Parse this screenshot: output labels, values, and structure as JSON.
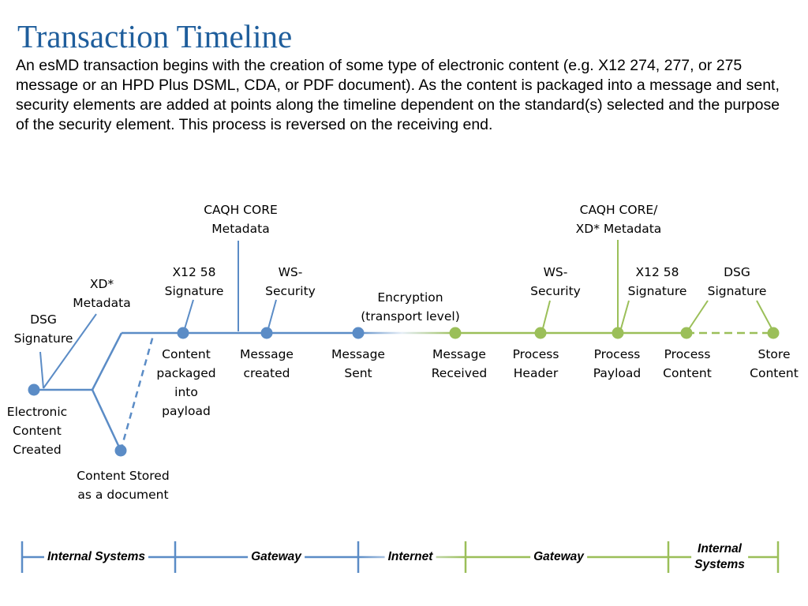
{
  "page": {
    "title": "Transaction Timeline",
    "intro": "An esMD transaction begins with the creation of some type of electronic content (e.g. X12 274, 277, or 275 message or an HPD Plus DSML, CDA, or PDF document). As the content is packaged into a message and sent, security elements are added at points along the timeline dependent on the standard(s) selected and the purpose of the security element. This process is reversed on the receiving end."
  },
  "colors": {
    "sender": "#5b8cc6",
    "receiver": "#9bbf59"
  },
  "diagram": {
    "stage_labels": {
      "electronic_content": [
        "Electronic",
        "Content",
        "Created"
      ],
      "content_stored": [
        "Content Stored",
        "as a document"
      ],
      "content_packaged": [
        "Content",
        "packaged",
        "into",
        "payload"
      ],
      "message_created": [
        "Message",
        "created"
      ],
      "message_sent": [
        "Message",
        "Sent"
      ],
      "message_received": [
        "Message",
        "Received"
      ],
      "process_header": [
        "Process",
        "Header"
      ],
      "process_payload": [
        "Process",
        "Payload"
      ],
      "process_content": [
        "Process",
        "Content"
      ],
      "store_content": [
        "Store",
        "Content"
      ]
    },
    "security_labels": {
      "dsg_signature_left": [
        "DSG",
        "Signature"
      ],
      "xd_metadata": [
        "XD*",
        "Metadata"
      ],
      "x12_signature_left": [
        "X12 58",
        "Signature"
      ],
      "caqh_core_metadata": [
        "CAQH CORE",
        "Metadata"
      ],
      "ws_security_left": [
        "WS-",
        "Security"
      ],
      "encryption": [
        "Encryption",
        "(transport level)"
      ],
      "ws_security_right": [
        "WS-",
        "Security"
      ],
      "caqh_core_xd_metadata": [
        "CAQH CORE/",
        "XD* Metadata"
      ],
      "x12_signature_right": [
        "X12 58",
        "Signature"
      ],
      "dsg_signature_right": [
        "DSG",
        "Signature"
      ]
    },
    "zones": {
      "internal_left": [
        "Internal Systems"
      ],
      "gateway_left": [
        "Gateway"
      ],
      "internet": [
        "Internet"
      ],
      "gateway_right": [
        "Gateway"
      ],
      "internal_right": [
        "Internal",
        "Systems"
      ]
    }
  }
}
